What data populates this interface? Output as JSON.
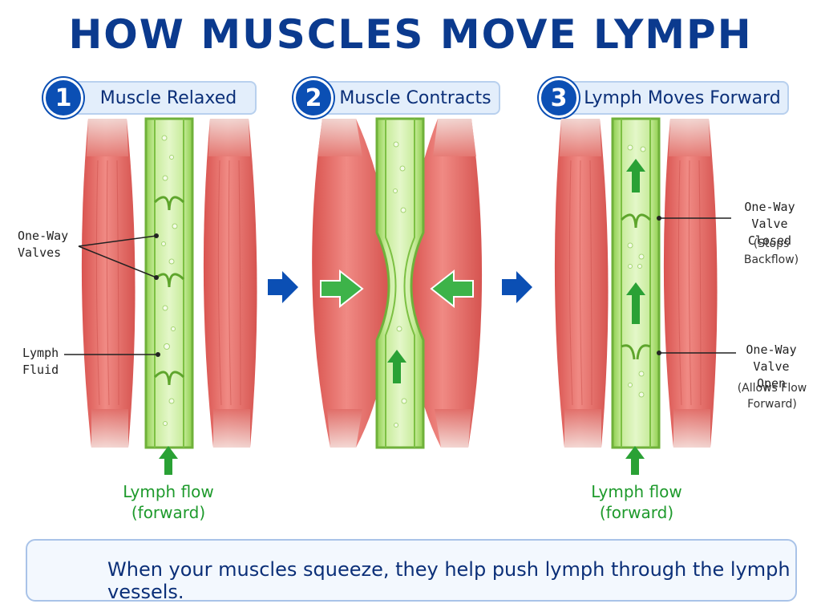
{
  "title": "HOW MUSCLES MOVE LYMPH",
  "steps": [
    {
      "number": "1",
      "label": "Muscle Relaxed"
    },
    {
      "number": "2",
      "label": "Muscle Contracts"
    },
    {
      "number": "3",
      "label": "Lymph Moves Forward"
    }
  ],
  "labels": {
    "one_way_valves": [
      "One-Way",
      "Valves"
    ],
    "lymph_fluid": [
      "Lymph",
      "Fluid"
    ],
    "valve_closed": [
      "One-Way",
      "Valve Closed"
    ],
    "valve_closed_note": "(Stops Backflow)",
    "valve_open": [
      "One-Way",
      "Valve Open"
    ],
    "valve_open_note": [
      "(Allows Flow",
      "Forward)"
    ]
  },
  "flow_label": [
    "Lymph flow",
    "(forward)"
  ],
  "banner": {
    "icon": "shield-check-icon",
    "text": "When your muscles squeeze, they help push lymph through the lymph vessels."
  },
  "colors": {
    "title": "#0b3a8e",
    "muscle": "#e56b6b",
    "vessel": "#8fcf4f",
    "arrow_green": "#2aa135",
    "arrow_blue": "#0b4fb4"
  }
}
